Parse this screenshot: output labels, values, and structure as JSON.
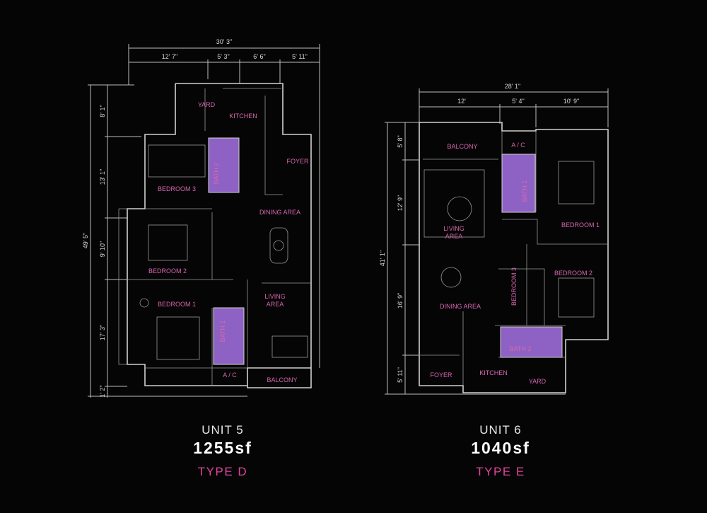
{
  "colors": {
    "background": "#050505",
    "room_label": "#d667b0",
    "bathroom_fill": "#8e62c4",
    "type_label": "#e0449f"
  },
  "unit5": {
    "dims_top": {
      "total": "30' 3\"",
      "d1": "12' 7\"",
      "d2": "5' 3\"",
      "d3": "6' 6\"",
      "d4": "5' 11\""
    },
    "dims_left": {
      "total": "49' 5\"",
      "d1": "8' 1\"",
      "d2": "13' 1\"",
      "d3": "9' 10\"",
      "d4": "17' 3\"",
      "d5": "1' 2\""
    },
    "rooms": {
      "yard": "YARD",
      "kitchen": "KITCHEN",
      "foyer": "FOYER",
      "bath2": "BATH 2",
      "bedroom3": "BEDROOM 3",
      "dining": "DINING AREA",
      "bedroom2": "BEDROOM 2",
      "bedroom1": "BEDROOM 1",
      "living1": "LIVING",
      "living2": "AREA",
      "bath1": "BATH 1",
      "ac": "A / C",
      "balcony": "BALCONY"
    },
    "title": "UNIT 5",
    "area": "1255sf",
    "type": "TYPE D"
  },
  "unit6": {
    "dims_top": {
      "total": "28' 1\"",
      "d1": "12'",
      "d2": "5' 4\"",
      "d3": "10' 9\""
    },
    "dims_left": {
      "total": "41' 1\"",
      "d1": "5' 8\"",
      "d2": "12' 9\"",
      "d3": "16' 9\"",
      "d4": "5' 11\""
    },
    "rooms": {
      "balcony": "BALCONY",
      "ac": "A / C",
      "living1": "LIVING",
      "living2": "AREA",
      "bath1": "BATH 1",
      "bedroom1": "BEDROOM 1",
      "bedroom2": "BEDROOM 2",
      "bedroom3": "BEDROOM 3",
      "dining": "DINING AREA",
      "bath2": "BATH 2",
      "foyer": "FOYER",
      "kitchen": "KITCHEN",
      "yard": "YARD"
    },
    "title": "UNIT 6",
    "area": "1040sf",
    "type": "TYPE E"
  }
}
